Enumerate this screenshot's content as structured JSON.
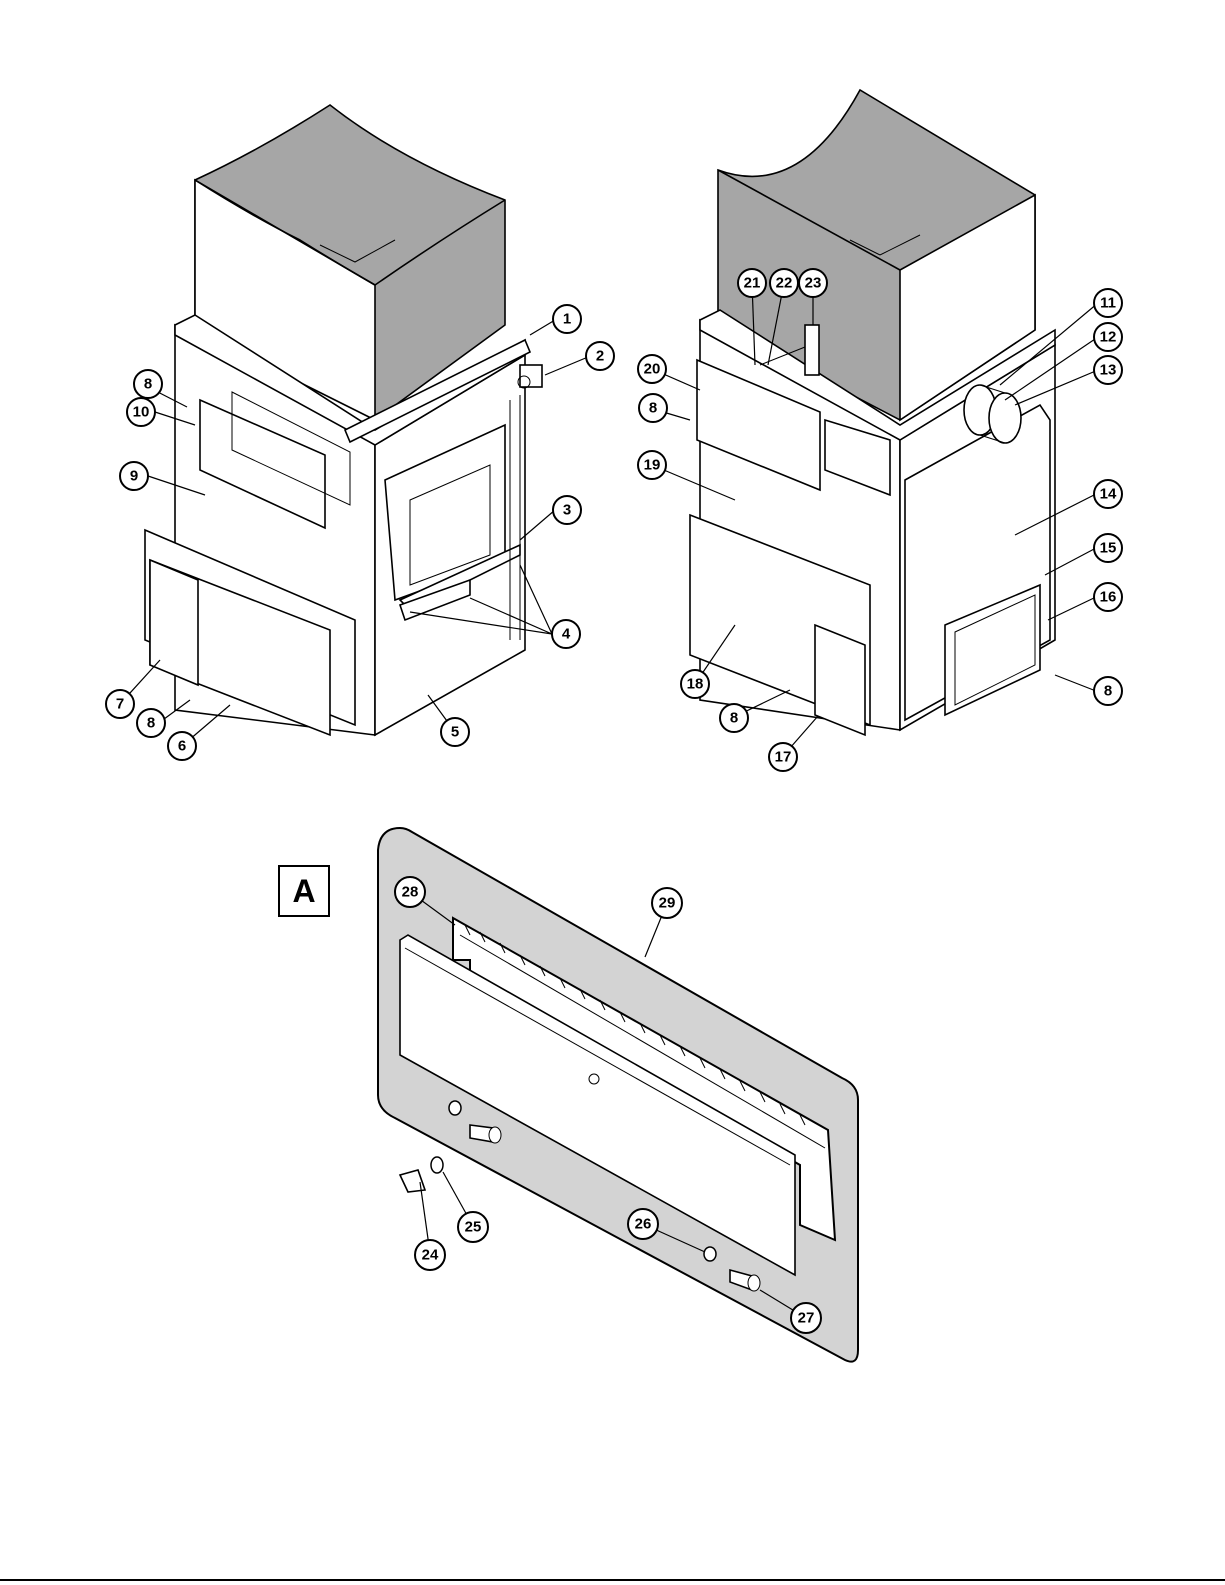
{
  "detail": {
    "letter": "A"
  },
  "callouts": [
    {
      "label": "1"
    },
    {
      "label": "2"
    },
    {
      "label": "3"
    },
    {
      "label": "4"
    },
    {
      "label": "5"
    },
    {
      "label": "6"
    },
    {
      "label": "7"
    },
    {
      "label": "8"
    },
    {
      "label": "8"
    },
    {
      "label": "9"
    },
    {
      "label": "10"
    },
    {
      "label": "11"
    },
    {
      "label": "12"
    },
    {
      "label": "13"
    },
    {
      "label": "14"
    },
    {
      "label": "15"
    },
    {
      "label": "16"
    },
    {
      "label": "17"
    },
    {
      "label": "18"
    },
    {
      "label": "19"
    },
    {
      "label": "20"
    },
    {
      "label": "8"
    },
    {
      "label": "8"
    },
    {
      "label": "8"
    },
    {
      "label": "21"
    },
    {
      "label": "22"
    },
    {
      "label": "23"
    },
    {
      "label": "24"
    },
    {
      "label": "25"
    },
    {
      "label": "26"
    },
    {
      "label": "27"
    },
    {
      "label": "28"
    },
    {
      "label": "29"
    }
  ]
}
